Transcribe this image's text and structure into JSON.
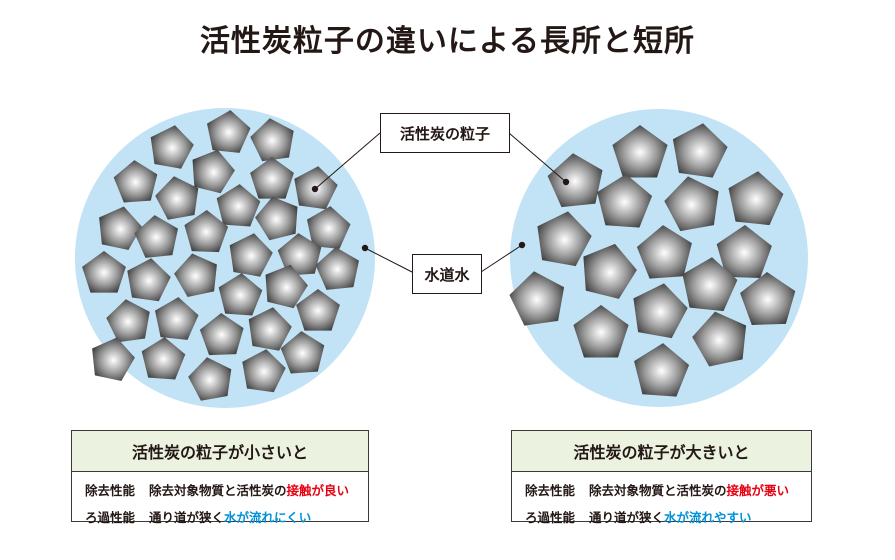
{
  "title": "活性炭粒子の違いによる長所と短所",
  "labels": {
    "particle": "活性炭の粒子",
    "water": "水道水"
  },
  "colors": {
    "water": "#c2e3f5",
    "particle_center": "#ffffff",
    "particle_edge": "#3e3e3e",
    "box_header": "#ebf2e0",
    "good_red": "#e60012",
    "flow_blue": "#0090d8"
  },
  "left_box": {
    "heading": "活性炭の粒子が小さいと",
    "row1_key": "除去性能",
    "row1_text": "除去対象物質と活性炭の",
    "row1_highlight": "接触が良い",
    "row2_key": "ろ過性能",
    "row2_text": "通り道が狭く",
    "row2_highlight": "水が流れにくい"
  },
  "right_box": {
    "heading": "活性炭の粒子が大きいと",
    "row1_key": "除去性能",
    "row1_text": "除去対象物質と活性炭の",
    "row1_highlight": "接触が悪い",
    "row2_key": "ろ過性能",
    "row2_text": "通り道が狭く",
    "row2_highlight": "水が流れやすい"
  }
}
